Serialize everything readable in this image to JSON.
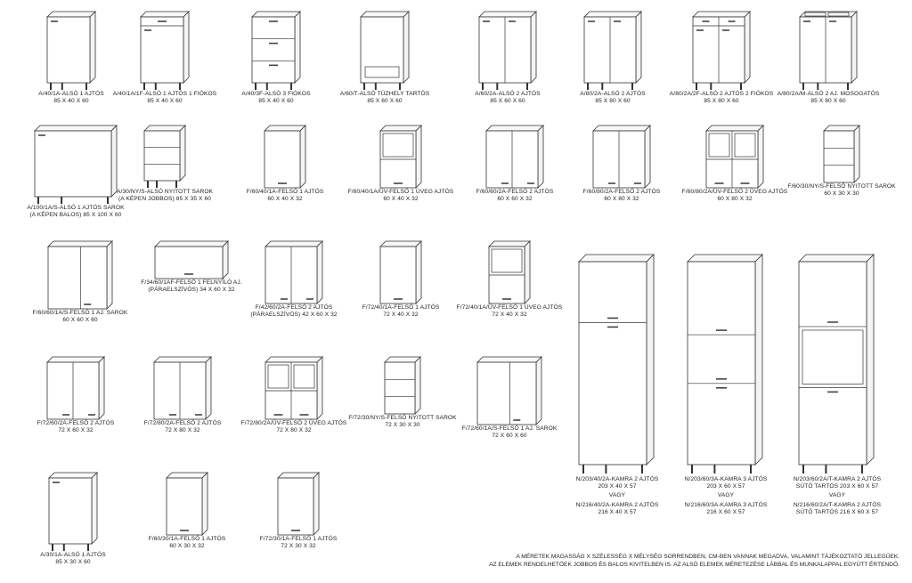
{
  "rows": [
    [
      {
        "code": "A/40/1A-ALSÓ 1 AJTÓS",
        "dims": "85 X 40 X 60",
        "kind": "base",
        "doors": 1,
        "drawers": 0
      },
      {
        "code": "A/40/1A/1F-ALSÓ 1 AJTÓS 1 FIÓKOS",
        "dims": "85 X 40 X 60",
        "kind": "base",
        "doors": 1,
        "drawers": 1
      },
      {
        "code": "A/40/3F-ALSÓ 3 FIÓKOS",
        "dims": "85 X 40 X 60",
        "kind": "base",
        "doors": 0,
        "drawers": 3
      },
      {
        "code": "A/60/T-ALSÓ TŰZHELY TARTÓS",
        "dims": "85 X 60 X 60",
        "kind": "oven",
        "doors": 0,
        "drawers": 0
      },
      {
        "code": "A/60/2A-ALSÓ 2 AJTÓS",
        "dims": "85 X 60 X 60",
        "kind": "base",
        "doors": 2,
        "drawers": 0
      },
      {
        "code": "A/80/2A-ALSÓ 2 AJTÓS",
        "dims": "85 X 80 X 60",
        "kind": "base",
        "doors": 2,
        "drawers": 0
      },
      {
        "code": "A/80/2A/2F-ALSÓ 2 AJTÓS 2 FIÓKOS",
        "dims": "85 X 80 X 60",
        "kind": "base",
        "doors": 2,
        "drawers": 2
      },
      {
        "code": "A/80/2A/M-ALSÓ 2 AJ. MOSOGATÓS",
        "dims": "85 X 80 X 60",
        "kind": "sink",
        "doors": 2,
        "drawers": 0
      }
    ],
    [
      {
        "code": "A/100/1A/S-ALSÓ 1 AJTÓS SAROK",
        "dims": "(A KÉPEN BALOS) 85 X 100 X 60",
        "kind": "corner-base",
        "doors": 1,
        "drawers": 0
      },
      {
        "code": "A/30/NY/S-ALSÓ NYITOTT SAROK",
        "dims": "(A KÉPEN JOBBOS) 85 X 35 X 60",
        "kind": "open-base",
        "doors": 0,
        "drawers": 0
      },
      {
        "code": "F/60/40/1A-FELSŐ 1 AJTÓS",
        "dims": "60 X 40 X 32",
        "kind": "wall",
        "doors": 1,
        "drawers": 0
      },
      {
        "code": "F/60/40/1A/ÜV-FELSŐ 1 ÜVEG AJTÓS",
        "dims": "60 X 40 X 32",
        "kind": "glass",
        "doors": 1,
        "drawers": 0
      },
      {
        "code": "F/60/60/2A-FELSŐ 2 AJTÓS",
        "dims": "60 X 60 X 32",
        "kind": "wall",
        "doors": 2,
        "drawers": 0
      },
      {
        "code": "F/60/80/2A-FELSŐ 2 AJTÓS",
        "dims": "60 X 80 X 32",
        "kind": "wall",
        "doors": 2,
        "drawers": 0
      },
      {
        "code": "F/60/80/2A/ÜV-FELSŐ 2 ÜVEG AJTÓS",
        "dims": "60 X 80 X 32",
        "kind": "glass",
        "doors": 2,
        "drawers": 0
      },
      {
        "code": "F/60/30/NY/S-FELSŐ NYITOTT SAROK",
        "dims": "60 X 30 X 30",
        "kind": "open-wall",
        "doors": 0,
        "drawers": 0
      }
    ],
    [
      {
        "code": "F/60/60/1A/S-FELSŐ 1 AJ. SAROK",
        "dims": "60 X 60 X 60",
        "kind": "corner-wall",
        "doors": 1,
        "drawers": 0
      },
      {
        "code": "F/34/60/1AF-FELSŐ 1 FELNYÍLÓ AJ.",
        "dims": "(PÁRAELSZÍVÓS) 34 X 60 X 32",
        "kind": "flap",
        "doors": 1,
        "drawers": 0
      },
      {
        "code": "F/42/60/2A-FELSŐ 2 AJTÓS",
        "dims": "(PÁRAELSZÍVÓS) 42 X 60 X 32",
        "kind": "wall",
        "doors": 2,
        "drawers": 0
      },
      {
        "code": "F/72/40/1A-FELSŐ 1 AJTÓS",
        "dims": "72 X 40 X 32",
        "kind": "wall",
        "doors": 1,
        "drawers": 0
      },
      {
        "code": "F/72/40/1A/ÜV-FELSŐ 1 ÜVEG AJTÓS",
        "dims": "72 X 40 X 32",
        "kind": "glass",
        "doors": 1,
        "drawers": 0
      }
    ],
    [
      {
        "code": "F/72/60/2A-FELSŐ 2 AJTÓS",
        "dims": "72 X 60 X 32",
        "kind": "wall",
        "doors": 2,
        "drawers": 0
      },
      {
        "code": "F/72/80/2A-FELSŐ 2 AJTÓS",
        "dims": "72 X 80 X 32",
        "kind": "wall",
        "doors": 2,
        "drawers": 0
      },
      {
        "code": "F/72/80/2A/ÜV-FELSŐ 2 ÜVEG AJTÓS",
        "dims": "72 X 80 X 32",
        "kind": "glass",
        "doors": 2,
        "drawers": 0
      },
      {
        "code": "F/72/30/NY/S-FELSŐ NYITOTT SAROK",
        "dims": "72 X 30 X 30",
        "kind": "open-wall",
        "doors": 0,
        "drawers": 0
      },
      {
        "code": "F/72/60/1A/S-FELSŐ 1 AJ. SAROK",
        "dims": "72 X 60 X 60",
        "kind": "corner-wall",
        "doors": 1,
        "drawers": 0
      }
    ],
    [
      {
        "code": "A/30/1A-ALSÓ 1 AJTÓS",
        "dims": "85 X 30 X 60",
        "kind": "base",
        "doors": 1,
        "drawers": 0
      },
      {
        "code": "F/60/30/1A-FELSŐ 1 AJTÓS",
        "dims": "60 X 30 X 32",
        "kind": "wall",
        "doors": 1,
        "drawers": 0
      },
      {
        "code": "F/72/30/1A-FELSŐ 1 AJTÓS",
        "dims": "72 X 30 X 32",
        "kind": "wall",
        "doors": 1,
        "drawers": 0
      }
    ]
  ],
  "tall": [
    {
      "code": "N/203/40/2A-KAMRA 2 AJTÓS",
      "dims": "203 X 40 X 57",
      "or": "VAGY",
      "alt_code": "N/216/40/2A-KAMRA 2 AJTÓS",
      "alt_dims": "216 X 40 X 57",
      "kind": "tall2"
    },
    {
      "code": "N/203/60/3A-KAMRA 3 AJTÓS",
      "dims": "203 X 60 X 57",
      "or": "VAGY",
      "alt_code": "N/216/60/3A-KAMRA 3 AJTÓS",
      "alt_dims": "216 X 60 X 57",
      "kind": "tall3"
    },
    {
      "code": "N/203/60/2A/T-KAMRA 2 AJTÓS",
      "dims": "SÜTŐ TARTÓS 203 X 60 X 57",
      "or": "VAGY",
      "alt_code": "N/216/60/2A/T-KAMRA 2 AJTÓS",
      "alt_dims": "SÜTŐ TARTÓS 216 X 60 X 57",
      "kind": "tall-oven"
    }
  ],
  "notes": {
    "line1": "A MÉRETEK MAGASSÁG X SZÉLESSÉG X MÉLYSÉG SORRENDBEN, CM-BEN VANNAK MEGADVA, VALAMINT TÁJÉKOZTATÓ JELLEGŰEK.",
    "line2": "AZ ELEMEK RENDELHETŐEK JOBBOS ÉS BALOS KIVITELBEN IS. AZ ALSÓ ELEMEK MÉRETEZÉSE LÁBBAL ÉS MUNKALAPPAL EGYÜTT ÉRTENDŐ."
  }
}
